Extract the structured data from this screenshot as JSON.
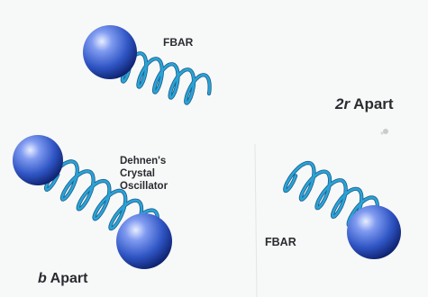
{
  "labels": {
    "fbar_top": "FBAR",
    "dehnen_line1": "Dehnen's",
    "dehnen_line2": "Crystal",
    "dehnen_line3": "Oscillator",
    "fbar_bottom": "FBAR",
    "two_r_var": "2r",
    "two_r_word": "Apart",
    "b_var": "b",
    "b_word": "Apart"
  },
  "colors": {
    "sphere": "#2f55c4",
    "sphere_highlight": "#e8eeff",
    "sphere_shadow": "#0c1f6a",
    "coil": "#2aa3d6",
    "coil_dark": "#1b5d8a",
    "background": "#f7f8f8"
  },
  "icons": [
    "sphere",
    "helical-spring"
  ]
}
